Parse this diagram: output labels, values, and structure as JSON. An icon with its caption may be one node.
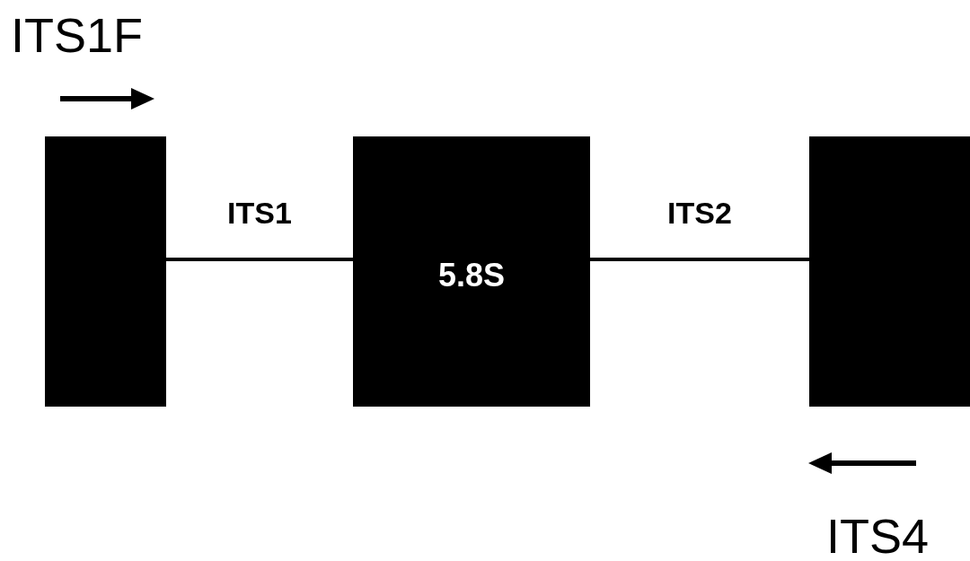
{
  "diagram": {
    "nodes": [
      {
        "text": [],
        "shape": "box"
      },
      {
        "text": [
          "5.8S"
        ]
      },
      {
        "text": [],
        "shape": "box"
      }
    ],
    "edges": [
      {
        "from": 0,
        "to": 1,
        "arrow": "none",
        "label": "ITS1"
      },
      {
        "from": 1,
        "to": 2,
        "arrow": "none",
        "label": "ITS2"
      }
    ],
    "labels": [
      "ITS1F",
      "ITS4"
    ]
  }
}
